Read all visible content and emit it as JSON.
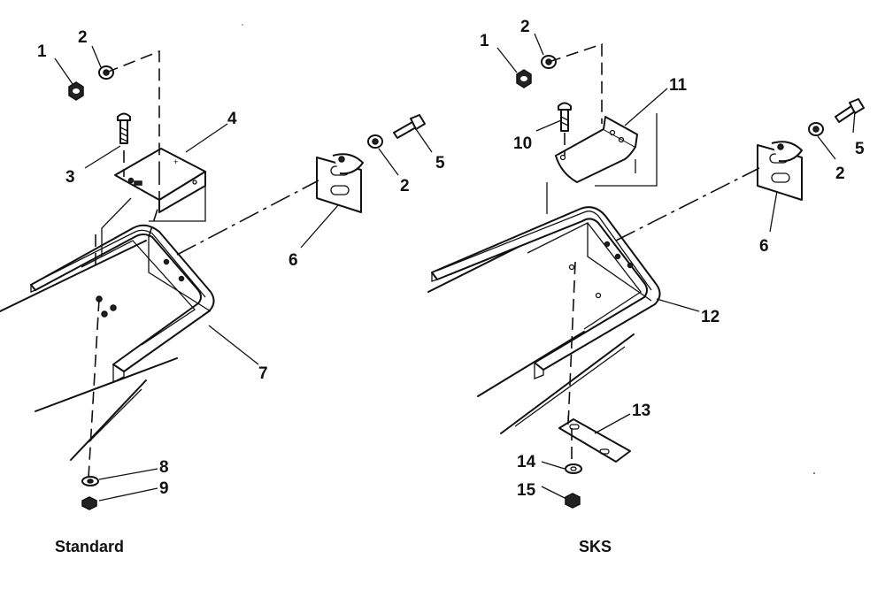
{
  "captions": {
    "standard": "Standard",
    "sks": "SKS"
  },
  "callouts": {
    "standard": [
      "1",
      "2",
      "3",
      "4",
      "5",
      "2",
      "6",
      "7",
      "8",
      "9"
    ],
    "sks": [
      "1",
      "2",
      "11",
      "10",
      "5",
      "2",
      "6",
      "12",
      "13",
      "14",
      "15"
    ]
  }
}
